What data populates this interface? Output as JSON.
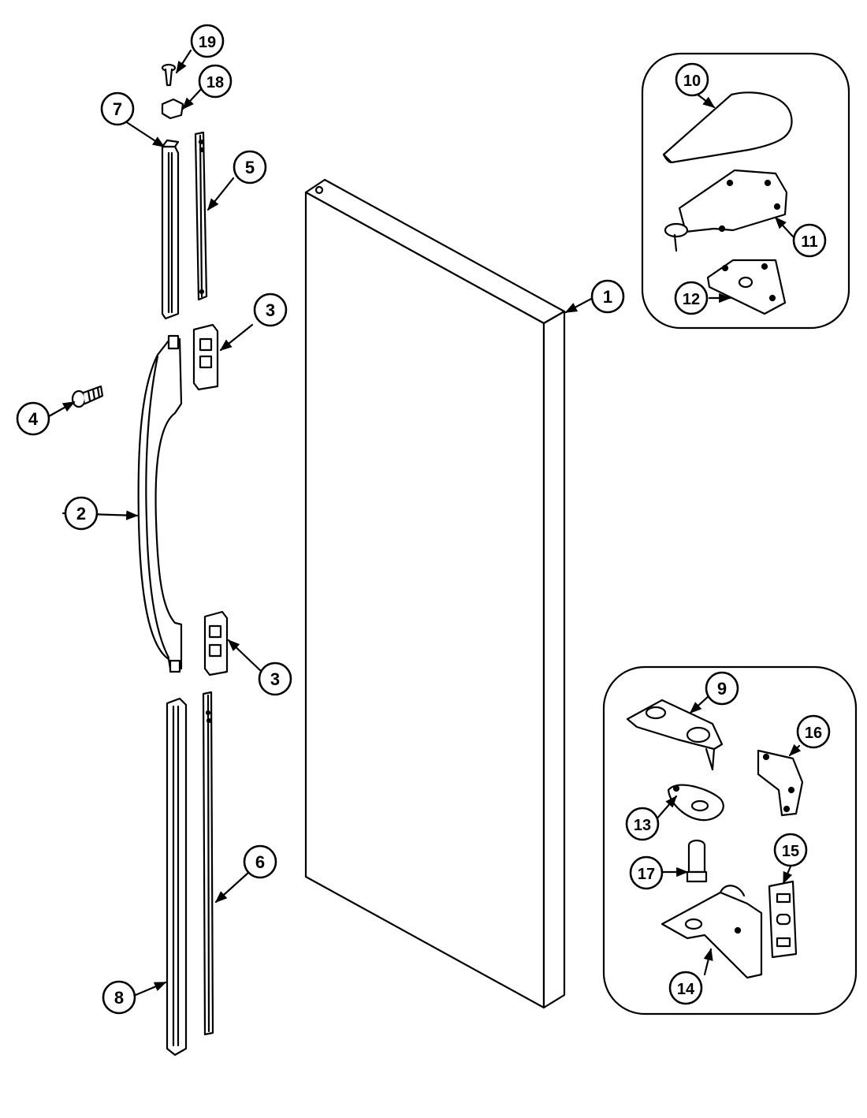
{
  "diagram": {
    "callouts": [
      {
        "id": "c1",
        "label": "1"
      },
      {
        "id": "c2",
        "label": "2"
      },
      {
        "id": "c3a",
        "label": "3"
      },
      {
        "id": "c3b",
        "label": "3"
      },
      {
        "id": "c4",
        "label": "4"
      },
      {
        "id": "c5",
        "label": "5"
      },
      {
        "id": "c6",
        "label": "6"
      },
      {
        "id": "c7",
        "label": "7"
      },
      {
        "id": "c8",
        "label": "8"
      },
      {
        "id": "c9",
        "label": "9"
      },
      {
        "id": "c10",
        "label": "10"
      },
      {
        "id": "c11",
        "label": "11"
      },
      {
        "id": "c12",
        "label": "12"
      },
      {
        "id": "c13",
        "label": "13"
      },
      {
        "id": "c14",
        "label": "14"
      },
      {
        "id": "c15",
        "label": "15"
      },
      {
        "id": "c16",
        "label": "16"
      },
      {
        "id": "c17",
        "label": "17"
      },
      {
        "id": "c18",
        "label": "18"
      },
      {
        "id": "c19",
        "label": "19"
      }
    ],
    "colors": {
      "line": "#000000",
      "background": "#ffffff"
    }
  }
}
